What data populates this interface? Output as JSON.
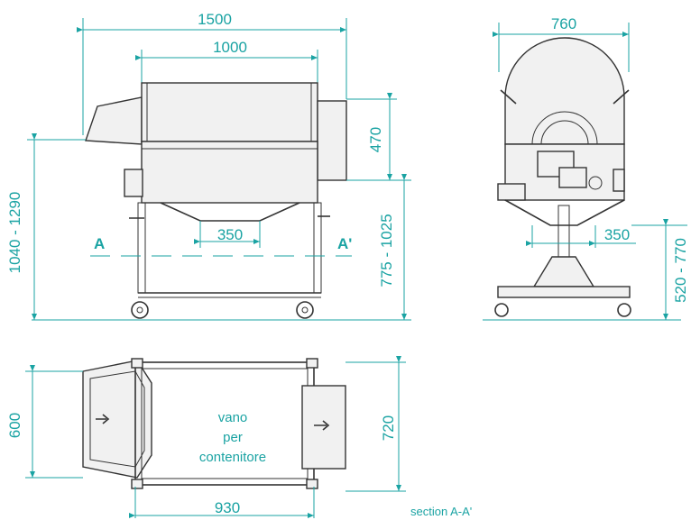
{
  "front_view": {
    "width_total": "1500",
    "width_body": "1000",
    "height_total": "1040 - 1290",
    "height_hopper": "470",
    "height_frame": "775 - 1025",
    "opening": "350",
    "section_left": "A",
    "section_right": "A'"
  },
  "side_view": {
    "width": "760",
    "opening": "350",
    "height": "520 - 770"
  },
  "top_view": {
    "depth_left": "600",
    "depth_right": "720",
    "length": "930",
    "space_line1": "vano",
    "space_line2": "per",
    "space_line3": "contenitore",
    "caption": "section A-A'"
  },
  "colors": {
    "dimension": "#1aa3a3",
    "machine": "#333333"
  }
}
